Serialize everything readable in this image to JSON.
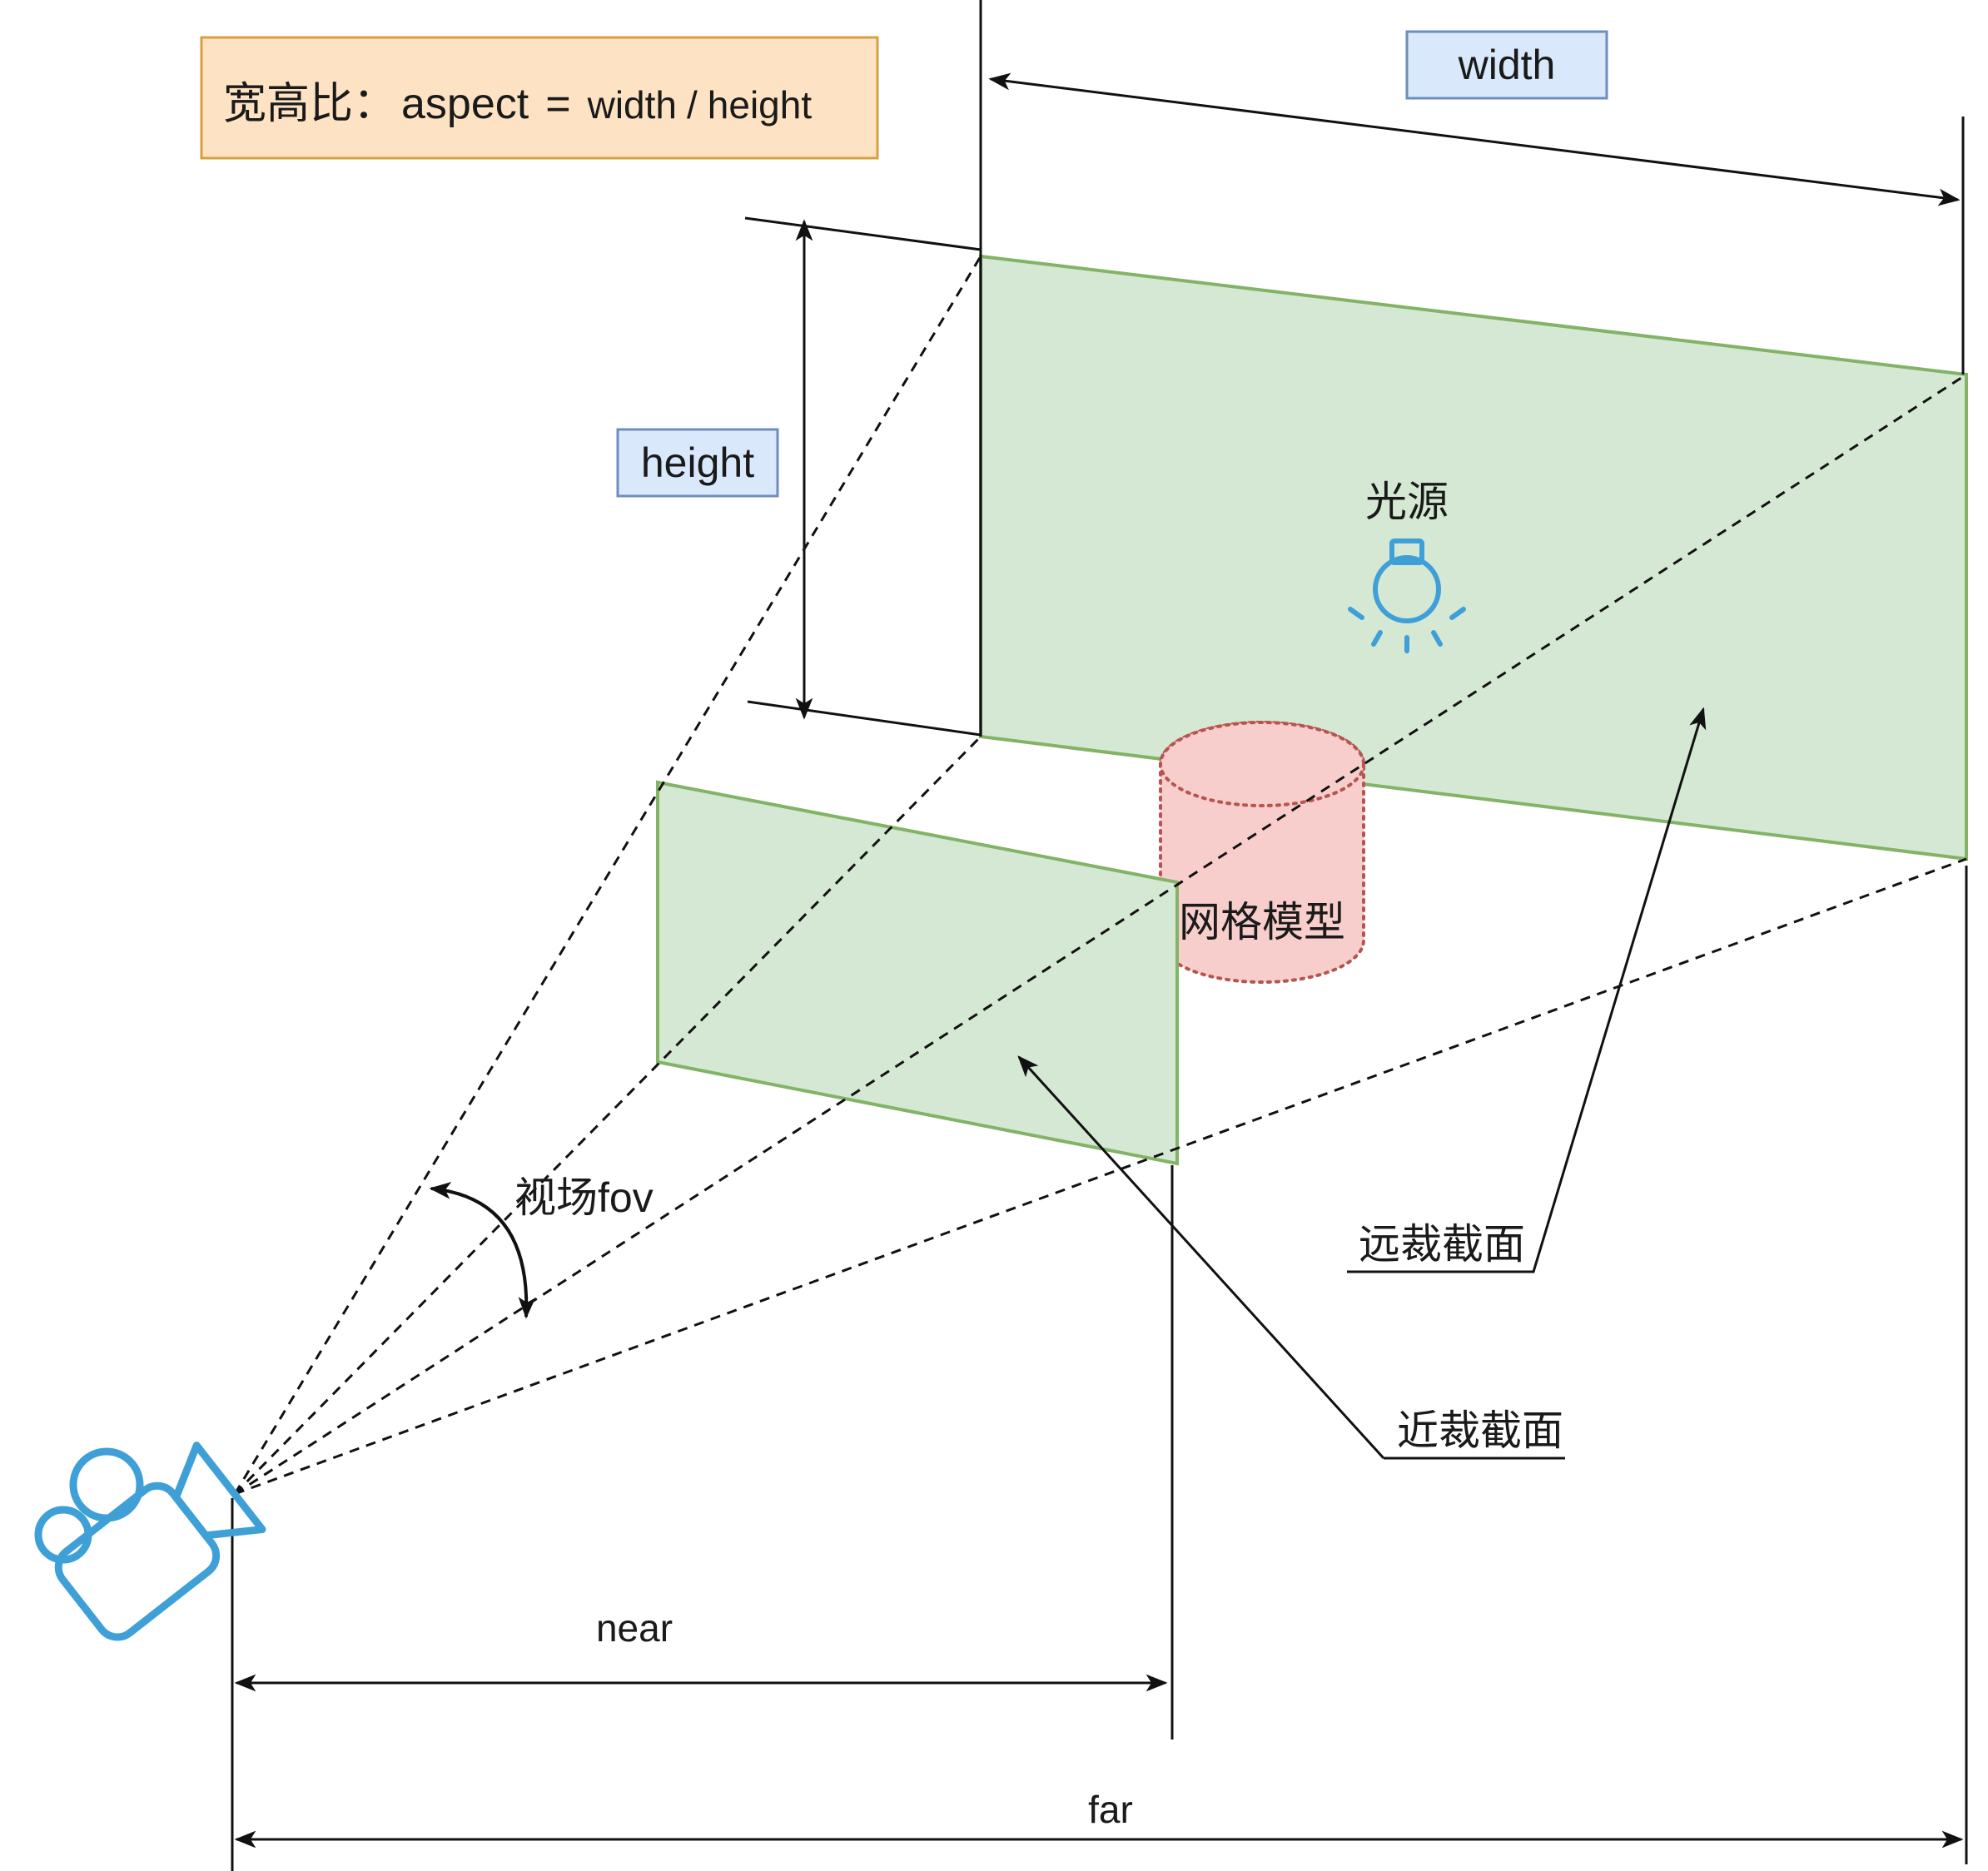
{
  "aspect_formula": {
    "prefix": "宽高比：",
    "term": "aspect",
    "equals": "=",
    "numerator": "width",
    "slash": "/",
    "denominator": "height"
  },
  "labels": {
    "width": "width",
    "height": "height",
    "light_source": "光源",
    "mesh_model": "网格模型",
    "fov": "视场fov",
    "far_plane": "远裁截面",
    "near_plane": "近裁截面",
    "near": "near",
    "far": "far"
  },
  "colors": {
    "plane_fill": "#d5e8d4",
    "plane_stroke": "#82b366",
    "mesh_fill": "#f8cecc",
    "mesh_stroke": "#b85450",
    "formula_fill": "#fde3c4",
    "formula_stroke": "#d6a040",
    "tag_fill": "#dae8fc",
    "tag_stroke": "#6c8ebf",
    "icon_blue": "#3fa0d8"
  },
  "icons": {
    "camera": "video-camera-icon",
    "light": "light-bulb-icon"
  }
}
